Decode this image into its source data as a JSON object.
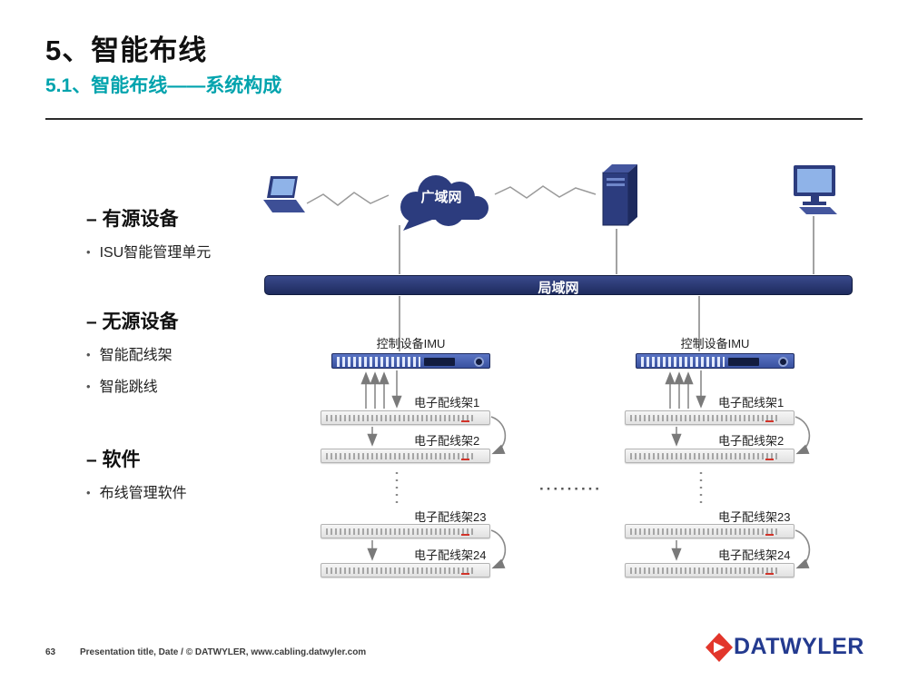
{
  "slide": {
    "title": "5、智能布线",
    "subtitle": "5.1、智能布线——系统构成"
  },
  "bullet_marker": "•",
  "bullets": [
    {
      "heading": "– 有源设备",
      "items": [
        "ISU智能管理单元"
      ]
    },
    {
      "heading": "– 无源设备",
      "items": [
        "智能配线架",
        "智能跳线"
      ]
    },
    {
      "heading": "– 软件",
      "items": [
        "布线管理软件"
      ]
    }
  ],
  "diagram": {
    "wan_label": "广域网",
    "lan_label": "局域网",
    "ellipsis": "·········",
    "groups": [
      {
        "imu_label": "控制设备IMU",
        "panels": [
          "电子配线架1",
          "电子配线架2",
          "电子配线架23",
          "电子配线架24"
        ]
      },
      {
        "imu_label": "控制设备IMU",
        "panels": [
          "电子配线架1",
          "电子配线架2",
          "电子配线架23",
          "电子配线架24"
        ]
      }
    ],
    "colors": {
      "navy": "#2c3c7e",
      "accent_teal": "#00a3ad",
      "arrow_gray": "#8a8a8a"
    }
  },
  "footer": {
    "page_number": "63",
    "text": "Presentation title, Date / © DATWYLER, www.cabling.datwyler.com"
  },
  "logo": {
    "wordmark": "DATWYLER",
    "red": "#e2362b",
    "blue": "#233a8f"
  }
}
